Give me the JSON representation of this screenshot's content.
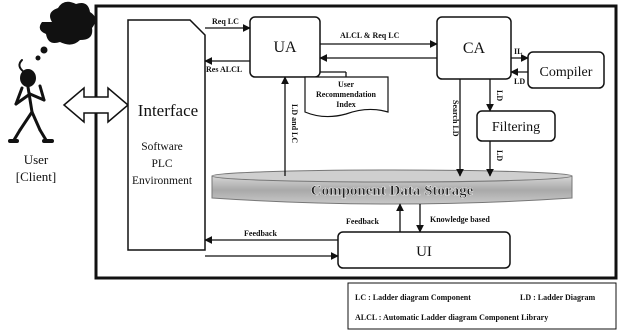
{
  "user": {
    "label_line1": "User",
    "label_line2": "[Client]"
  },
  "interface": {
    "title": "Interface",
    "sub_line1": "Software",
    "sub_line2": "PLC",
    "sub_line3": "Environment"
  },
  "boxes": {
    "ua": "UA",
    "ca": "CA",
    "compiler": "Compiler",
    "filtering": "Filtering",
    "ui": "UI",
    "storage": "Component Data Storage",
    "user_rec_line1": "User",
    "user_rec_line2": "Recommendation",
    "user_rec_line3": "Index"
  },
  "arrows": {
    "req_lc": "Req LC",
    "res_alcl": "Res ALCL",
    "alcl_req_lc": "ALCL & Req LC",
    "il": "IL",
    "ld_compiler": "LD",
    "ld_filtering_in": "LD",
    "ld_filtering_out": "LD",
    "search_ld": "Search LD",
    "ld_and_lc": "LD and LC",
    "feedback_storage": "Feedback",
    "knowledge_based": "Knowledge based",
    "feedback_interface": "Feedback"
  },
  "legend": {
    "line1_a": "LC : Ladder diagram Component",
    "line1_b": "LD : Ladder Diagram",
    "line2": "ALCL : Automatic Ladder diagram Component Library"
  },
  "colors": {
    "storage_fill": "#bdbdbd",
    "storage_text": "#222222",
    "line": "#111111"
  }
}
